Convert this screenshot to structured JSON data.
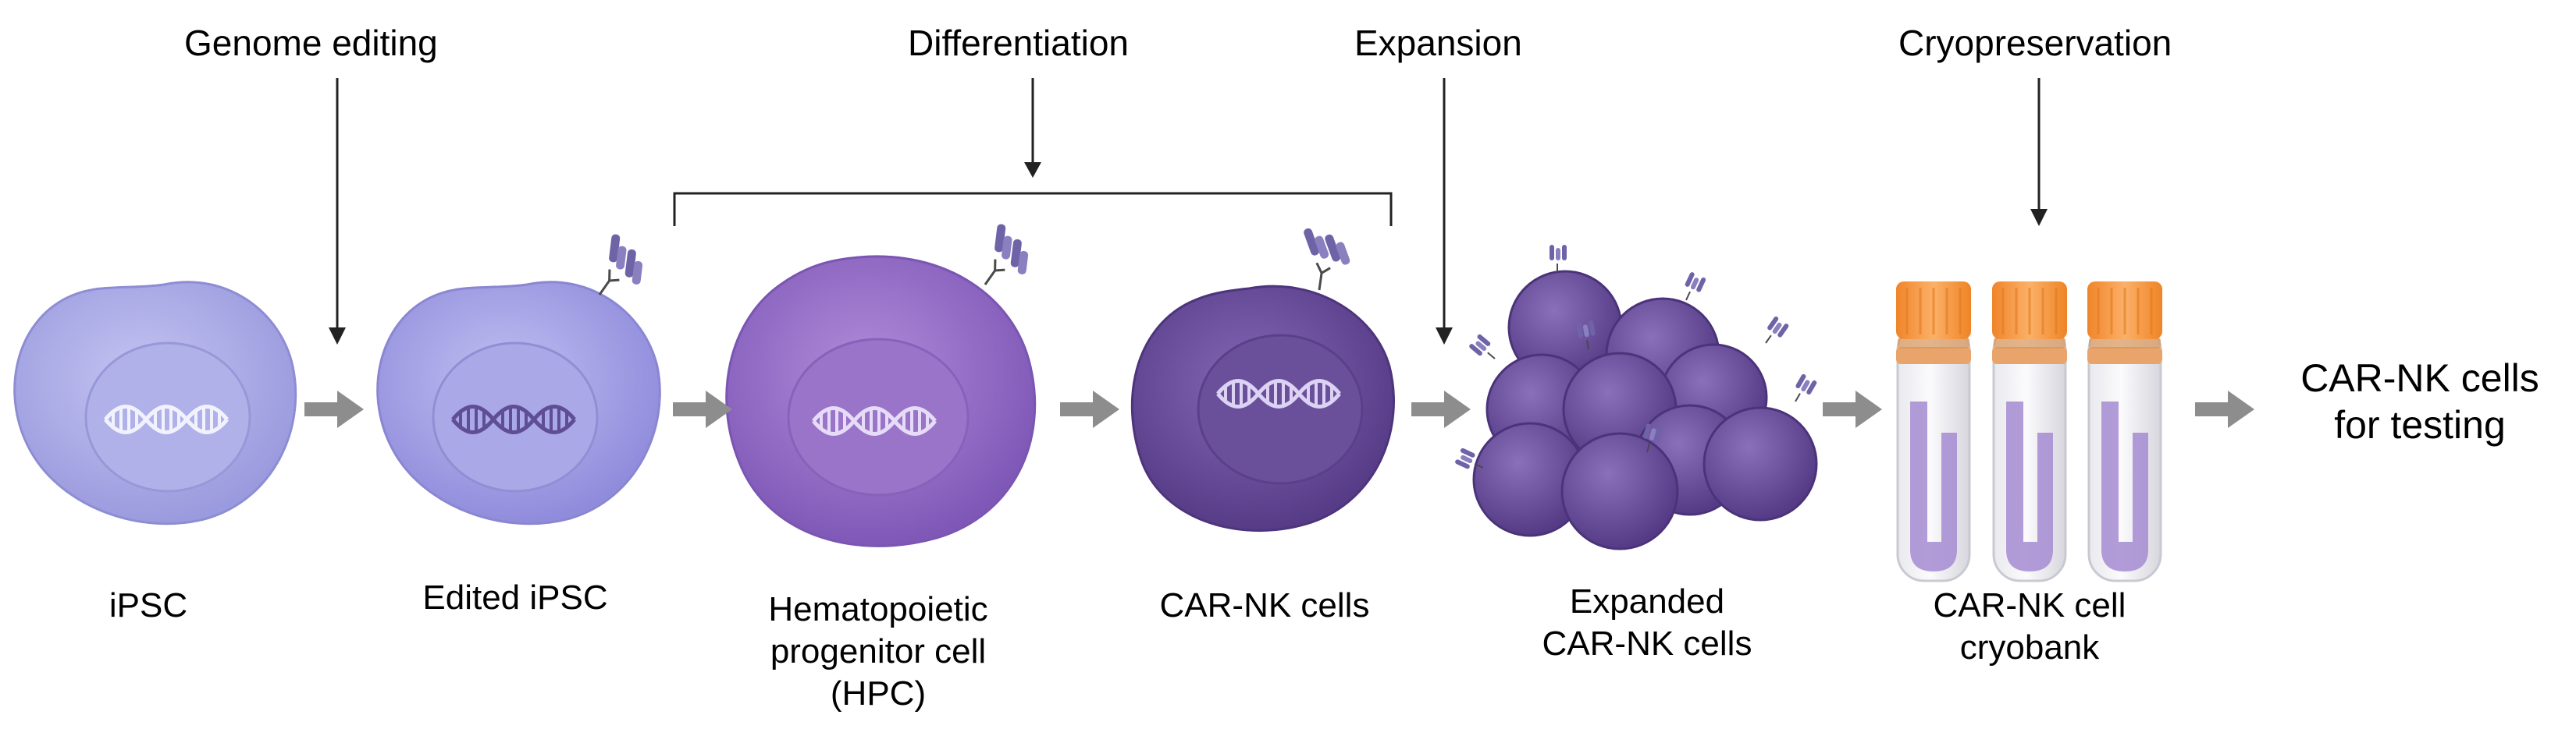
{
  "steps": {
    "genome_editing": "Genome editing",
    "differentiation": "Differentiation",
    "expansion": "Expansion",
    "cryopreservation": "Cryopreservation"
  },
  "cells": {
    "ipsc": [
      "iPSC"
    ],
    "edited_ipsc": [
      "Edited iPSC"
    ],
    "hpc": [
      "Hematopoietic",
      "progenitor cell",
      "(HPC)"
    ],
    "car_nk": [
      "CAR-NK cells"
    ],
    "expanded": [
      "Expanded",
      "CAR-NK cells"
    ],
    "cryobank": [
      "CAR-NK cell",
      "cryobank"
    ]
  },
  "final": [
    "CAR-NK cells",
    "for testing"
  ],
  "colors": {
    "ipsc": "#a9a9e6",
    "edited_ipsc": "#a4a2e4",
    "hpc": "#9a72c9",
    "car_nk": "#6d4f9e",
    "expanded": "#6e549e",
    "cap": "#f59a3a",
    "arrow_gray": "#8d8d8d",
    "car_receptor": "#6f63a8"
  },
  "icons": {
    "flow_arrow": "right-arrow-icon",
    "dna": "dna-helix-icon",
    "receptor": "car-receptor-icon",
    "tube": "cryovial-icon"
  }
}
